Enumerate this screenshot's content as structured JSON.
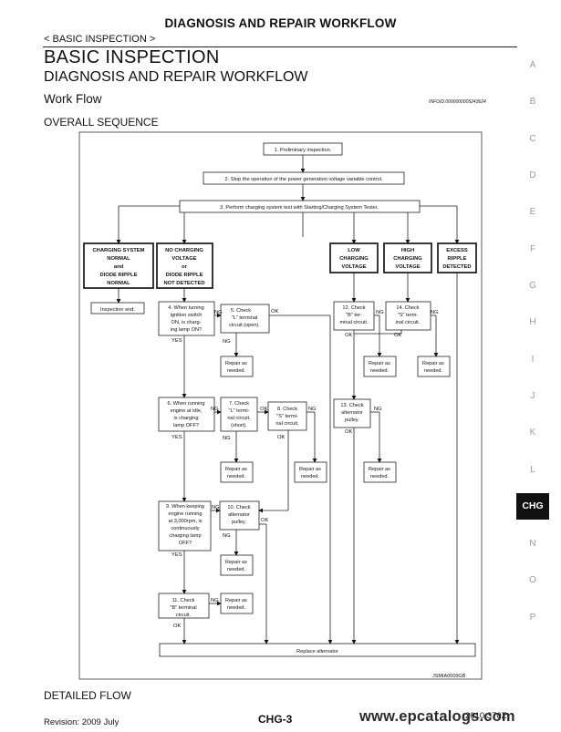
{
  "header": {
    "title": "DIAGNOSIS AND REPAIR WORKFLOW",
    "breadcrumb": "< BASIC INSPECTION >"
  },
  "section": {
    "title": "BASIC INSPECTION",
    "subtitle": "DIAGNOSIS AND REPAIR WORKFLOW",
    "work_flow": "Work Flow",
    "info_id": "INFOID:0000000005243624",
    "overall": "OVERALL SEQUENCE",
    "detailed": "DETAILED FLOW"
  },
  "tabs": [
    "A",
    "B",
    "C",
    "D",
    "E",
    "F",
    "G",
    "H",
    "I",
    "J",
    "K",
    "L",
    "CHG",
    "N",
    "O",
    "P"
  ],
  "active_tab": "CHG",
  "flow": {
    "step1": "1. Preliminary inspection.",
    "step2": "2. Stop the operation of the power generation voltage variable control.",
    "step3": "3. Perform charging system test with Starting/Charging System Tester.",
    "cat_normal": [
      "CHARGING SYSTEM",
      "NORMAL",
      "and",
      "DIODE RIPPLE",
      "NORMAL"
    ],
    "cat_no_charging": [
      "NO CHARGING",
      "VOLTAGE",
      "or",
      "DIODE RIPPLE",
      "NOT DETECTED"
    ],
    "cat_low": [
      "LOW",
      "CHARGING",
      "VOLTAGE"
    ],
    "cat_high": [
      "HIGH",
      "CHARGING",
      "VOLTAGE"
    ],
    "cat_excess": [
      "EXCESS",
      "RIPPLE",
      "DETECTED"
    ],
    "inspection_end": "Inspection end.",
    "step4": [
      "4. When turning",
      "ignition switch",
      "ON, is charg-",
      "ing lamp ON?"
    ],
    "step5": [
      "5. Check",
      "\"L\" terminal",
      "circuit (open)."
    ],
    "step6": [
      "6. When running",
      "engine at idle,",
      "is charging",
      "lamp OFF?"
    ],
    "step7": [
      "7. Check",
      "\"L\" termi-",
      "nal circuit.",
      "(short)."
    ],
    "step8": [
      "8. Check",
      "\"S\" termi-",
      "nal circuit."
    ],
    "step9": [
      "9. When keeping",
      "engine running",
      "at 3,000rpm, is",
      "continuously",
      "charging lamp",
      "OFF?"
    ],
    "step10": [
      "10. Check",
      "alternator",
      "pulley."
    ],
    "step11": [
      "11. Check",
      "\"B\" terminal",
      "circuit."
    ],
    "step12": [
      "12. Check",
      "\"B\" ter-",
      "minal circuit."
    ],
    "step13": [
      "13. Check",
      "alternator",
      "pulley."
    ],
    "step14": [
      "14. Check",
      "\"S\" term-",
      "inal circuit."
    ],
    "repair": [
      "Repair as",
      "needed."
    ],
    "replace": "Replace alternator",
    "ok": "OK",
    "ng": "NG",
    "yes": "YES"
  },
  "footer": {
    "page": "CHG-3",
    "revision": "Revision: 2009 July",
    "model": "2010 370Z",
    "watermark": "www.epcatalogs.com",
    "figure_id": "JSMIA0009GB"
  }
}
